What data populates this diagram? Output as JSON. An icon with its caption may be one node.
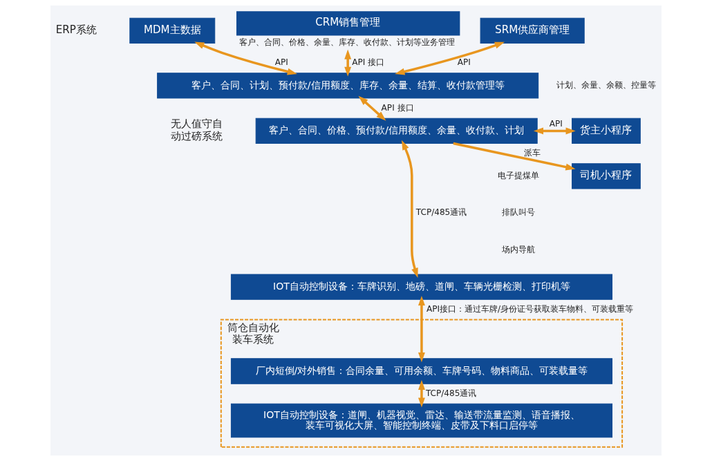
{
  "diagram": {
    "nodes": [
      {
        "text": [
          "MDM主数据"
        ]
      },
      {
        "text": [
          "CRM销售管理"
        ],
        "beside": [
          "客户、合同、价格、余量、库存、收付款、计划等业务管理"
        ]
      },
      {
        "text": [
          "SRM供应商管理"
        ]
      },
      {
        "text": [
          "客户、合同、计划、预付款/信用额度、库存、余量、结算、收付款管理等"
        ]
      },
      {
        "text": [
          "客户、合同、价格、预付款/信用额度、余量、收付款、计划"
        ]
      },
      {
        "text": [
          "货主小程序"
        ]
      },
      {
        "text": [
          "司机小程序"
        ]
      },
      {
        "text": [
          "IOT自动控制设备：车牌识别、地磅、道闸、车辆光栅检测、打印机等"
        ]
      },
      {
        "text": [
          "筒仓自动化装车系统"
        ]
      },
      {
        "text": [
          "厂内短倒/对外销售：合同余量、可用余额、车牌号码、物料商品、可装载量等"
        ],
        "in": 8
      },
      {
        "text": [
          "IOT自动控制设备：道闸、机器视觉、雷达、输送带流量监测、语音播报、装车可视化大屏、智能控制终端、皮带及下料口启停等"
        ],
        "in": 8
      }
    ],
    "edges": [
      {
        "from": 0,
        "to": 3,
        "arrow": "both",
        "label": "API"
      },
      {
        "from": 1,
        "to": 3,
        "arrow": "both",
        "label": "API 接口"
      },
      {
        "from": 2,
        "to": 3,
        "arrow": "both",
        "label": "API"
      },
      {
        "from": 3,
        "to": 4,
        "arrow": "both",
        "label": "API 接口"
      },
      {
        "from": 4,
        "to": 5,
        "arrow": "both",
        "label": "API"
      },
      {
        "from": 4,
        "to": 6,
        "arrow": "to",
        "label": "派车"
      },
      {
        "from": 4,
        "to": 7,
        "arrow": "both",
        "label": "TCP/485通讯"
      },
      {
        "from": 7,
        "to": 9,
        "arrow": "both",
        "label": "API接口：通过车牌/身份证号获取装车物料、可装载重等"
      },
      {
        "from": 9,
        "to": 10,
        "arrow": "both",
        "label": "TCP/485通讯"
      }
    ],
    "labels": [
      "ERP系统",
      "无人值守自动过磅系统",
      "计划、余量、余额、控量等",
      "电子提煤单",
      "排队叫号",
      "场内导航"
    ]
  }
}
